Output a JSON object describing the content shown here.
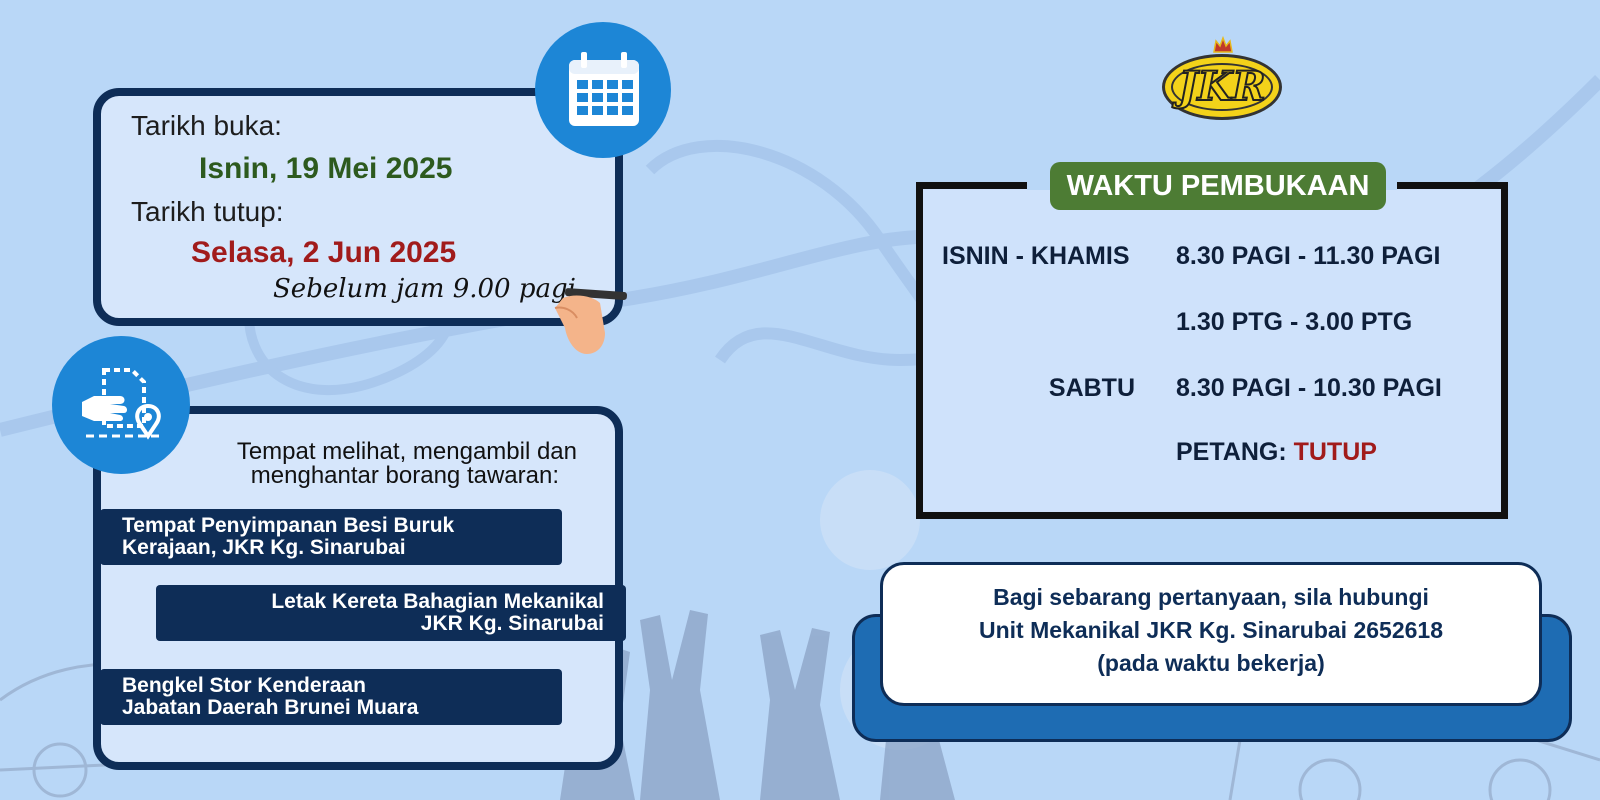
{
  "opening": {
    "open_label": "Tarikh buka:",
    "open_date": "Isnin, 19 Mei 2025",
    "close_label": "Tarikh tutup:",
    "close_date": "Selasa, 2 Jun 2025",
    "deadline_note": "Sebelum jam 9.00 pagi"
  },
  "places": {
    "heading_line1": "Tempat melihat, mengambil dan",
    "heading_line2": "menghantar borang tawaran:",
    "items": [
      {
        "line1": "Tempat Penyimpanan Besi Buruk",
        "line2": "Kerajaan, JKR Kg. Sinarubai"
      },
      {
        "line1": "Letak Kereta Bahagian Mekanikal",
        "line2": "JKR Kg. Sinarubai"
      },
      {
        "line1": "Bengkel Stor Kenderaan",
        "line2": "Jabatan Daerah Brunei Muara"
      }
    ]
  },
  "logo": {
    "text": "JKR"
  },
  "hours": {
    "title": "WAKTU PEMBUKAAN",
    "weekday_label": "ISNIN - KHAMIS",
    "weekday_morning": "8.30 PAGI - 11.30 PAGI",
    "weekday_afternoon": "1.30 PTG - 3.00 PTG",
    "saturday_label": "SABTU",
    "saturday_morning": "8.30 PAGI - 10.30 PAGI",
    "saturday_afternoon_label": "PETANG:",
    "saturday_afternoon_value": "TUTUP"
  },
  "contact": {
    "line1": "Bagi sebarang pertanyaan, sila hubungi",
    "line2": "Unit Mekanikal JKR Kg. Sinarubai 2652618",
    "line3": "(pada waktu bekerja)"
  },
  "icons": [
    "calendar-icon",
    "document-pointer-location-icon",
    "hand-pen-icon",
    "crown-icon"
  ],
  "colors": {
    "background": "#b9d7f7",
    "navy": "#0e2d57",
    "accent_blue": "#1d86d6",
    "green_title": "#4d7c34",
    "open_date_green": "#2d5a1e",
    "close_date_red": "#a11b1b",
    "logo_yellow": "#f3d21a"
  }
}
